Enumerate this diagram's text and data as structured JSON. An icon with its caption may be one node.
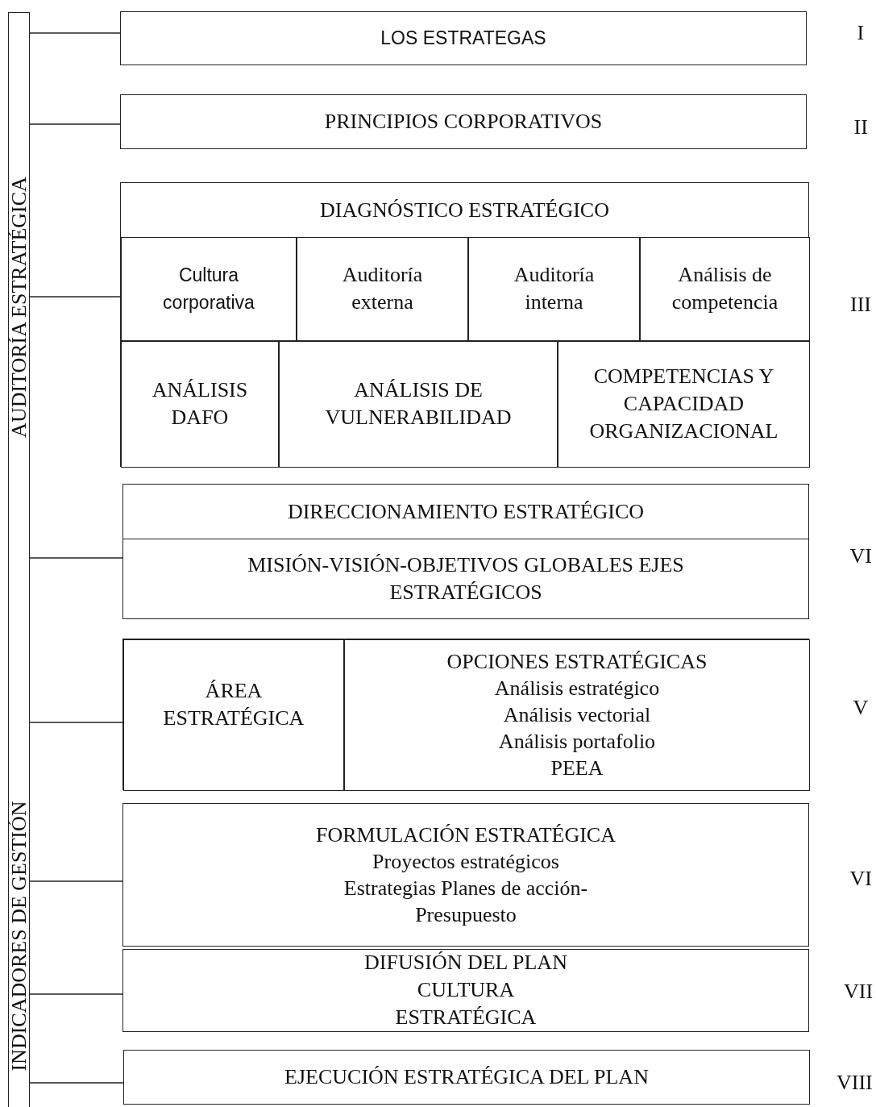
{
  "diagram": {
    "nodes": [
      {
        "text": [
          "AUDITORÍA ESTRATÉGICA",
          "INDICADORES DE GESTIÓN"
        ]
      },
      {
        "text": [
          "LOS ESTRATEGAS"
        ],
        "beside": [
          "I"
        ]
      },
      {
        "text": [
          "PRINCIPIOS CORPORATIVOS"
        ],
        "beside": [
          "II"
        ]
      },
      {
        "text": [
          "DIAGNÓSTICO ESTRATÉGICO"
        ],
        "beside": [
          "III"
        ]
      },
      {
        "text": [
          "Cultura corporativa"
        ],
        "in": 3
      },
      {
        "text": [
          "Auditoría externa"
        ],
        "in": 3
      },
      {
        "text": [
          "Auditoría interna"
        ],
        "in": 3
      },
      {
        "text": [
          "Análisis de competencia"
        ],
        "in": 3
      },
      {
        "text": [
          "ANÁLISIS DAFO"
        ],
        "in": 3
      },
      {
        "text": [
          "ANÁLISIS DE VULNERABILIDAD"
        ],
        "in": 3
      },
      {
        "text": [
          "COMPETENCIAS Y CAPACIDAD ORGANIZACIONAL"
        ],
        "in": 3
      },
      {
        "text": [
          "DIRECCIONAMIENTO ESTRATÉGICO",
          "MISIÓN-VISIÓN-OBJETIVOS GLOBALES EJES ESTRATÉGICOS"
        ],
        "beside": [
          "VI"
        ]
      },
      {
        "text": [],
        "shape": "box",
        "beside": [
          "V"
        ]
      },
      {
        "text": [
          "ÁREA ESTRATÉGICA"
        ],
        "in": 12
      },
      {
        "text": [
          "OPCIONES ESTRATÉGICAS",
          "Análisis estratégico Análisis vectorial Análisis portafolio PEEA"
        ],
        "in": 12
      },
      {
        "text": [
          "FORMULACIÓN ESTRATÉGICA",
          "Proyectos estratégicos Estrategias Planes de acción-Presupuesto"
        ],
        "beside": [
          "VI"
        ]
      },
      {
        "text": [
          "DIFUSIÓN DEL PLAN CULTURA ESTRATÉGICA"
        ],
        "beside": [
          "VII"
        ]
      },
      {
        "text": [
          "EJECUCIÓN ESTRATÉGICA DEL PLAN"
        ],
        "beside": [
          "VIII"
        ]
      }
    ],
    "edges": [
      {
        "from": 0,
        "to": 1,
        "arrow": "none"
      },
      {
        "from": 0,
        "to": 2,
        "arrow": "none"
      },
      {
        "from": 0,
        "to": 3,
        "arrow": "none"
      },
      {
        "from": 0,
        "to": 11,
        "arrow": "none"
      },
      {
        "from": 0,
        "to": 12,
        "arrow": "none"
      },
      {
        "from": 0,
        "to": 15,
        "arrow": "none"
      },
      {
        "from": 0,
        "to": 16,
        "arrow": "none"
      },
      {
        "from": 0,
        "to": 17,
        "arrow": "none"
      }
    ]
  }
}
